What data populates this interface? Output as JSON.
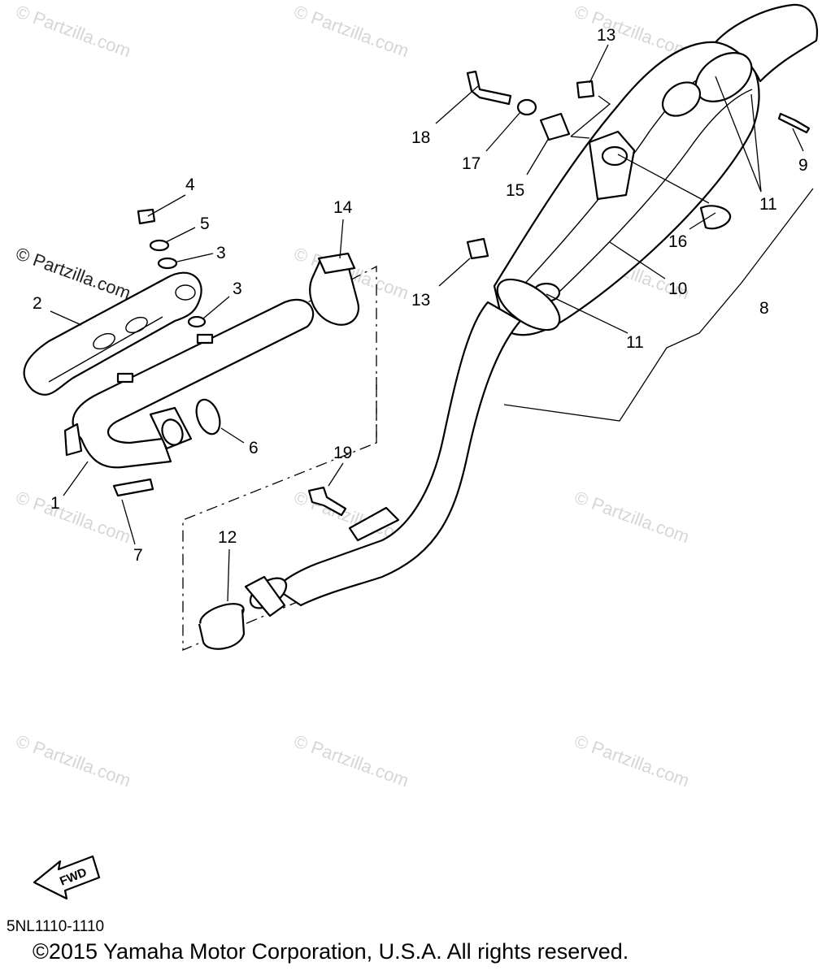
{
  "watermark": "© Partzilla.com",
  "callouts": {
    "c1": "1",
    "c2": "2",
    "c3a": "3",
    "c3b": "3",
    "c4": "4",
    "c5": "5",
    "c6": "6",
    "c7": "7",
    "c8": "8",
    "c9": "9",
    "c10": "10",
    "c11a": "11",
    "c11b": "11",
    "c12": "12",
    "c13a": "13",
    "c13b": "13",
    "c14": "14",
    "c15": "15",
    "c16": "16",
    "c17": "17",
    "c18": "18",
    "c19": "19"
  },
  "fwd_label": "FWD",
  "part_code": "5NL1110-1110",
  "copyright": "©2015  Yamaha Motor Corporation, U.S.A. All rights reserved."
}
